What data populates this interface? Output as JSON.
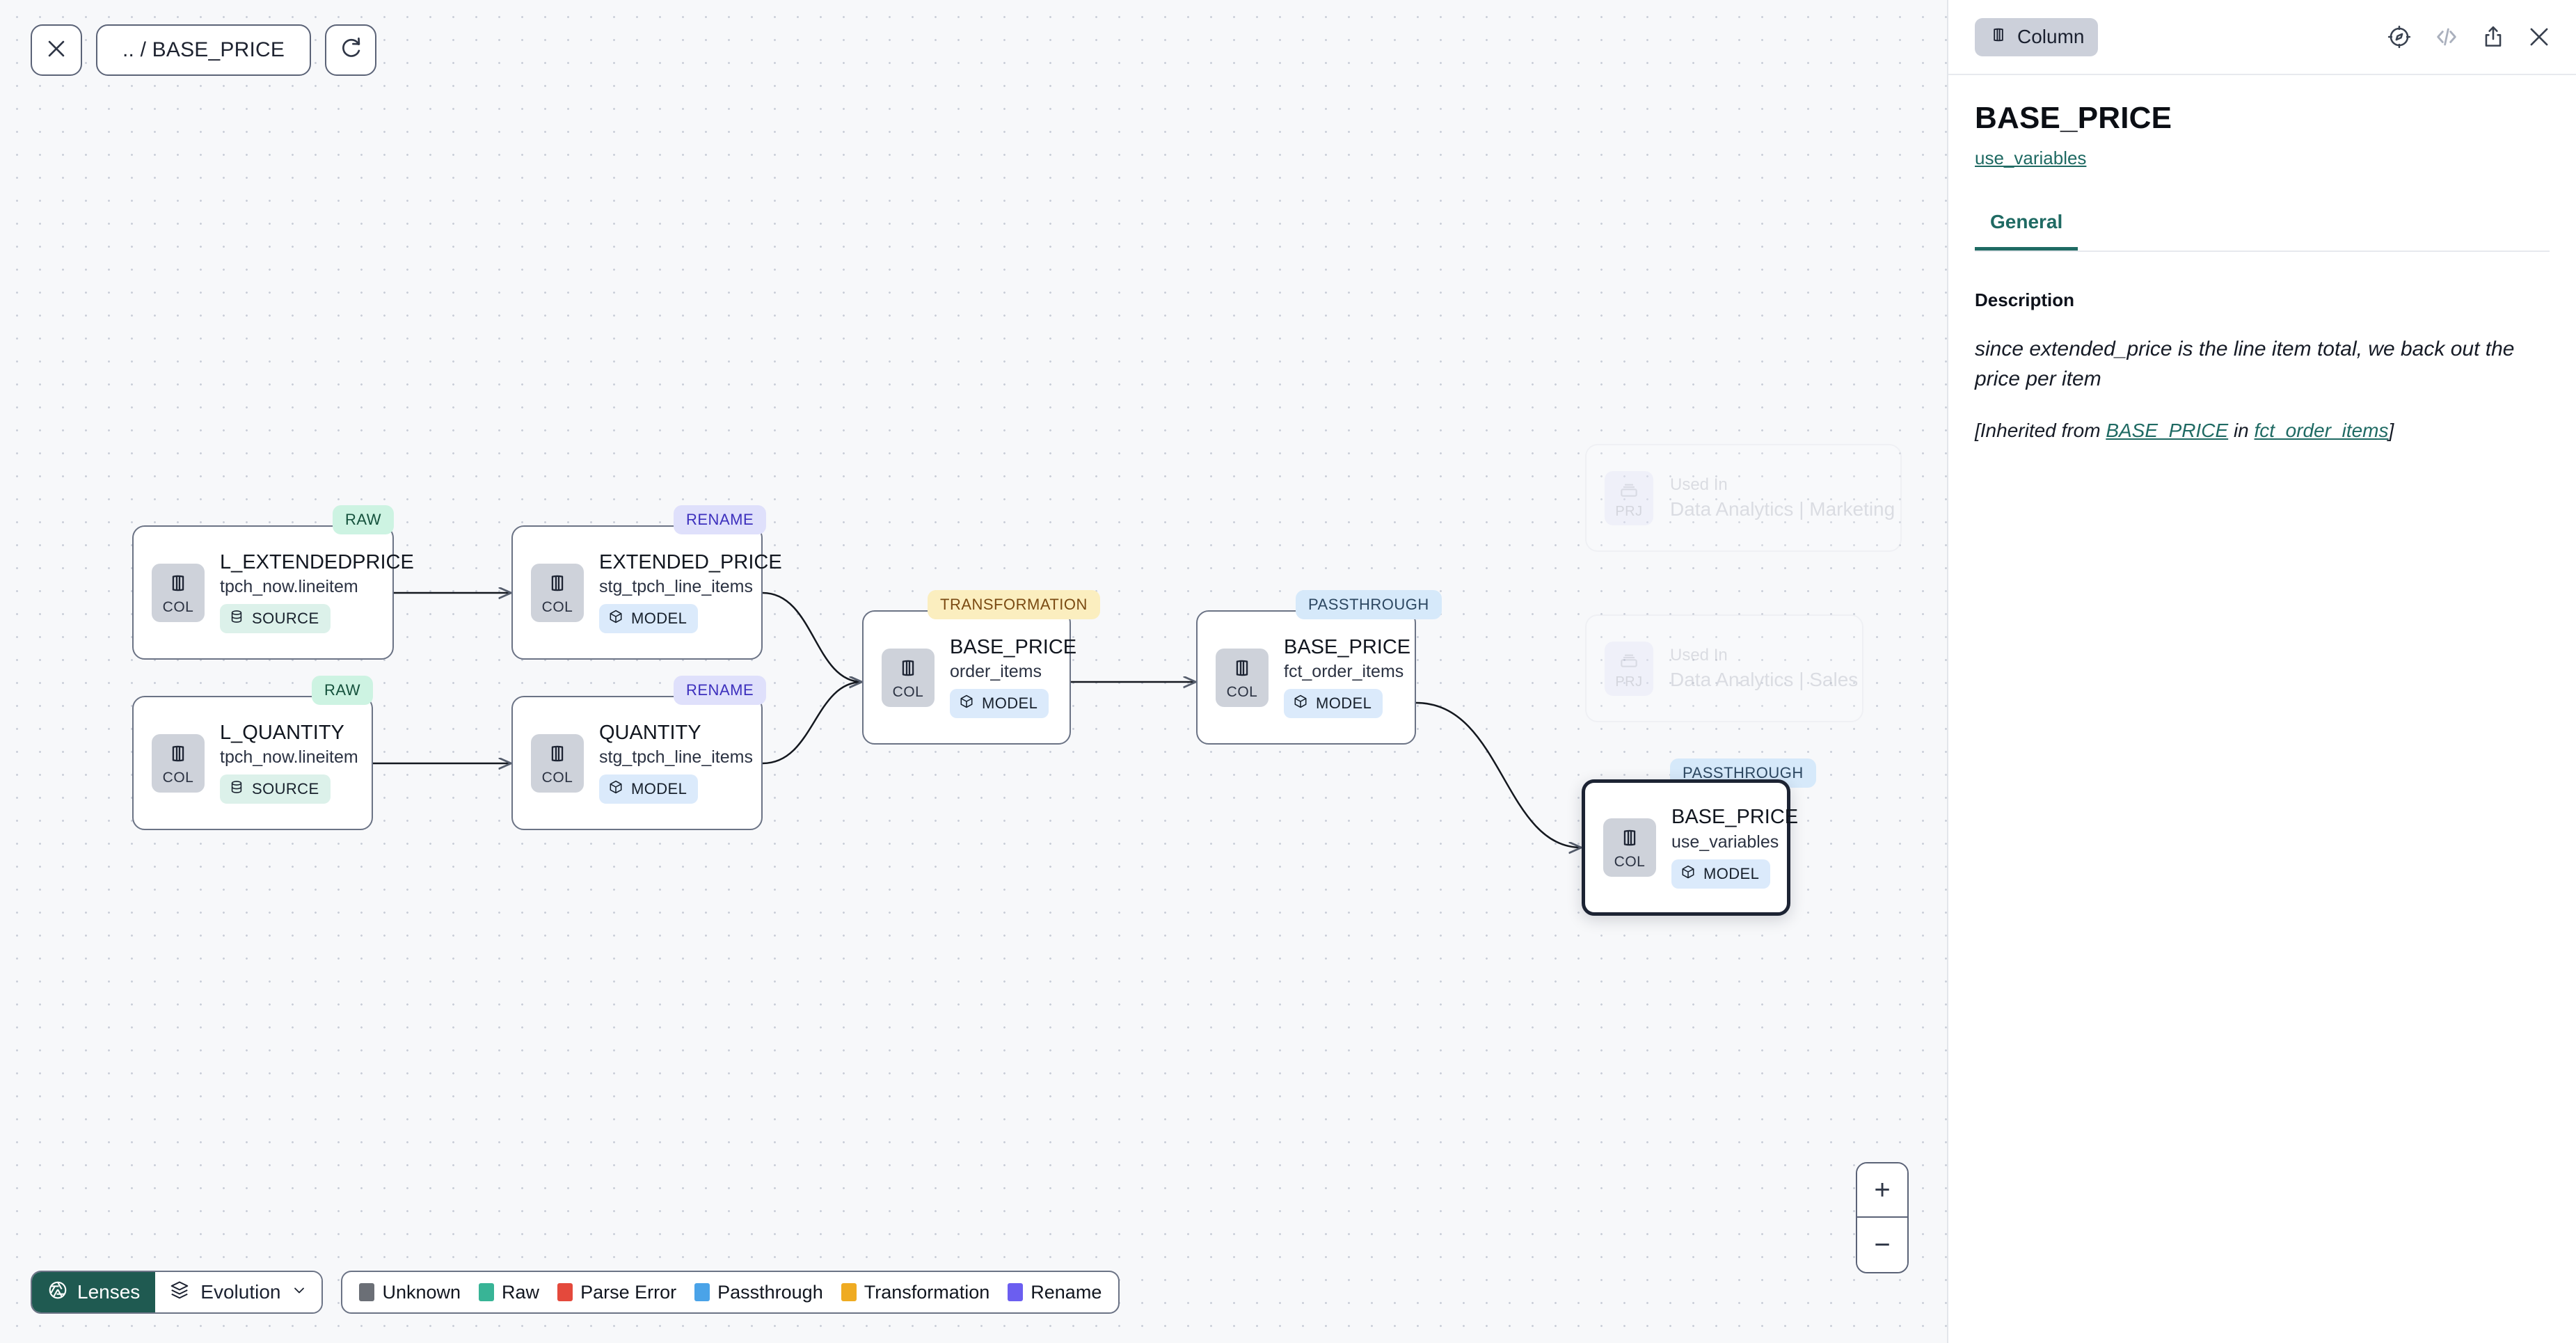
{
  "toolbar": {
    "close_icon": "close-x-icon",
    "breadcrumb": ".. / BASE_PRICE",
    "refresh_icon": "refresh-icon"
  },
  "graph": {
    "nodes": [
      {
        "id": "l_extendedprice",
        "lens": "RAW",
        "lens_kind": "raw",
        "icon_label": "COL",
        "title": "L_EXTENDEDPRICE",
        "subtitle": "tpch_now.lineitem",
        "badge": "SOURCE",
        "badge_kind": "source",
        "selected": false
      },
      {
        "id": "l_quantity",
        "lens": "RAW",
        "lens_kind": "raw",
        "icon_label": "COL",
        "title": "L_QUANTITY",
        "subtitle": "tpch_now.lineitem",
        "badge": "SOURCE",
        "badge_kind": "source",
        "selected": false
      },
      {
        "id": "extended_price",
        "lens": "RENAME",
        "lens_kind": "rename",
        "icon_label": "COL",
        "title": "EXTENDED_PRICE",
        "subtitle": "stg_tpch_line_items",
        "badge": "MODEL",
        "badge_kind": "model",
        "selected": false
      },
      {
        "id": "quantity",
        "lens": "RENAME",
        "lens_kind": "rename",
        "icon_label": "COL",
        "title": "QUANTITY",
        "subtitle": "stg_tpch_line_items",
        "badge": "MODEL",
        "badge_kind": "model",
        "selected": false
      },
      {
        "id": "base_price_order_items",
        "lens": "TRANSFORMATION",
        "lens_kind": "transformation",
        "icon_label": "COL",
        "title": "BASE_PRICE",
        "subtitle": "order_items",
        "badge": "MODEL",
        "badge_kind": "model",
        "selected": false
      },
      {
        "id": "base_price_fct_order_items",
        "lens": "PASSTHROUGH",
        "lens_kind": "passthrough",
        "icon_label": "COL",
        "title": "BASE_PRICE",
        "subtitle": "fct_order_items",
        "badge": "MODEL",
        "badge_kind": "model",
        "selected": false
      },
      {
        "id": "base_price_use_variables",
        "lens": "PASSTHROUGH",
        "lens_kind": "passthrough",
        "icon_label": "COL",
        "title": "BASE_PRICE",
        "subtitle": "use_variables",
        "badge": "MODEL",
        "badge_kind": "model",
        "selected": true
      }
    ],
    "ghost_cards": [
      {
        "id": "used-in-marketing",
        "icon_label": "PRJ",
        "top": "Used In",
        "main": "Data Analytics | Marketing"
      },
      {
        "id": "used-in-sales",
        "icon_label": "PRJ",
        "top": "Used In",
        "main": "Data Analytics | Sales"
      }
    ]
  },
  "bottom": {
    "lenses_label": "Lenses",
    "lens_select_value": "Evolution",
    "legend": [
      {
        "label": "Unknown",
        "color": "#6b6f76"
      },
      {
        "label": "Raw",
        "color": "#38b496"
      },
      {
        "label": "Parse Error",
        "color": "#e4493c"
      },
      {
        "label": "Passthrough",
        "color": "#4aa3e8"
      },
      {
        "label": "Transformation",
        "color": "#efab22"
      },
      {
        "label": "Rename",
        "color": "#6b5ef0"
      }
    ],
    "zoom_in": "+",
    "zoom_out": "−"
  },
  "panel": {
    "type_chip": "Column",
    "icons": {
      "explore": "compass-icon",
      "code": "code-brackets-icon",
      "share": "share-icon",
      "close": "close-x-icon"
    },
    "title": "BASE_PRICE",
    "model_link": "use_variables",
    "tabs": [
      {
        "label": "General",
        "active": true
      }
    ],
    "description_label": "Description",
    "description_text": "since extended_price is the line item total, we back out the price per item",
    "inherited": {
      "prefix": "[Inherited from ",
      "link1": "BASE_PRICE",
      "middle": " in ",
      "link2": "fct_order_items",
      "suffix": "]"
    }
  }
}
